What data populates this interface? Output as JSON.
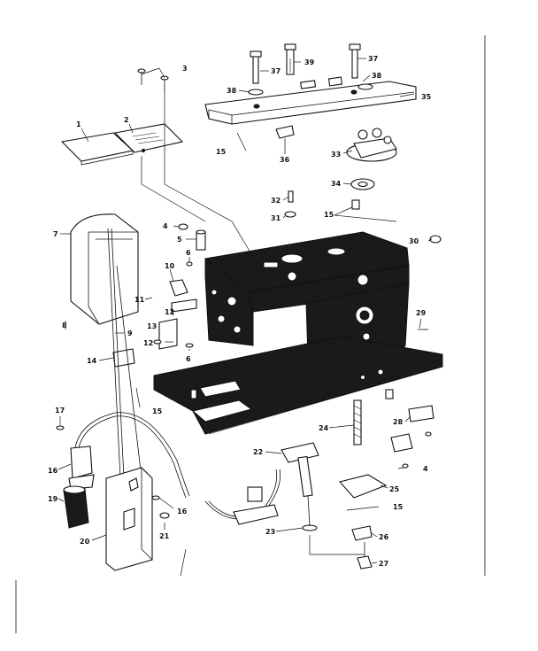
{
  "diagram": {
    "callouts": [
      {
        "id": "c1",
        "text": "1"
      },
      {
        "id": "c2",
        "text": "2"
      },
      {
        "id": "c3",
        "text": "3"
      },
      {
        "id": "c4a",
        "text": "4"
      },
      {
        "id": "c4b",
        "text": "4"
      },
      {
        "id": "c5",
        "text": "5"
      },
      {
        "id": "c6a",
        "text": "6"
      },
      {
        "id": "c6b",
        "text": "6"
      },
      {
        "id": "c7",
        "text": "7"
      },
      {
        "id": "c8",
        "text": "8"
      },
      {
        "id": "c9",
        "text": "9"
      },
      {
        "id": "c10",
        "text": "10"
      },
      {
        "id": "c11",
        "text": "11"
      },
      {
        "id": "c12a",
        "text": "12"
      },
      {
        "id": "c12b",
        "text": "12"
      },
      {
        "id": "c13",
        "text": "13"
      },
      {
        "id": "c14",
        "text": "14"
      },
      {
        "id": "c15a",
        "text": "15"
      },
      {
        "id": "c15b",
        "text": "15"
      },
      {
        "id": "c15c",
        "text": "15"
      },
      {
        "id": "c15d",
        "text": "15"
      },
      {
        "id": "c16a",
        "text": "16"
      },
      {
        "id": "c16b",
        "text": "16"
      },
      {
        "id": "c17",
        "text": "17"
      },
      {
        "id": "c19",
        "text": "19"
      },
      {
        "id": "c20",
        "text": "20"
      },
      {
        "id": "c21",
        "text": "21"
      },
      {
        "id": "c22",
        "text": "22"
      },
      {
        "id": "c23",
        "text": "23"
      },
      {
        "id": "c24",
        "text": "24"
      },
      {
        "id": "c25",
        "text": "25"
      },
      {
        "id": "c26",
        "text": "26"
      },
      {
        "id": "c27",
        "text": "27"
      },
      {
        "id": "c28",
        "text": "28"
      },
      {
        "id": "c29",
        "text": "29"
      },
      {
        "id": "c30",
        "text": "30"
      },
      {
        "id": "c31",
        "text": "31"
      },
      {
        "id": "c32",
        "text": "32"
      },
      {
        "id": "c33",
        "text": "33"
      },
      {
        "id": "c34",
        "text": "34"
      },
      {
        "id": "c35",
        "text": "35"
      },
      {
        "id": "c36",
        "text": "36"
      },
      {
        "id": "c37a",
        "text": "37"
      },
      {
        "id": "c37b",
        "text": "37"
      },
      {
        "id": "c38a",
        "text": "38"
      },
      {
        "id": "c38b",
        "text": "38"
      },
      {
        "id": "c39",
        "text": "39"
      }
    ]
  }
}
